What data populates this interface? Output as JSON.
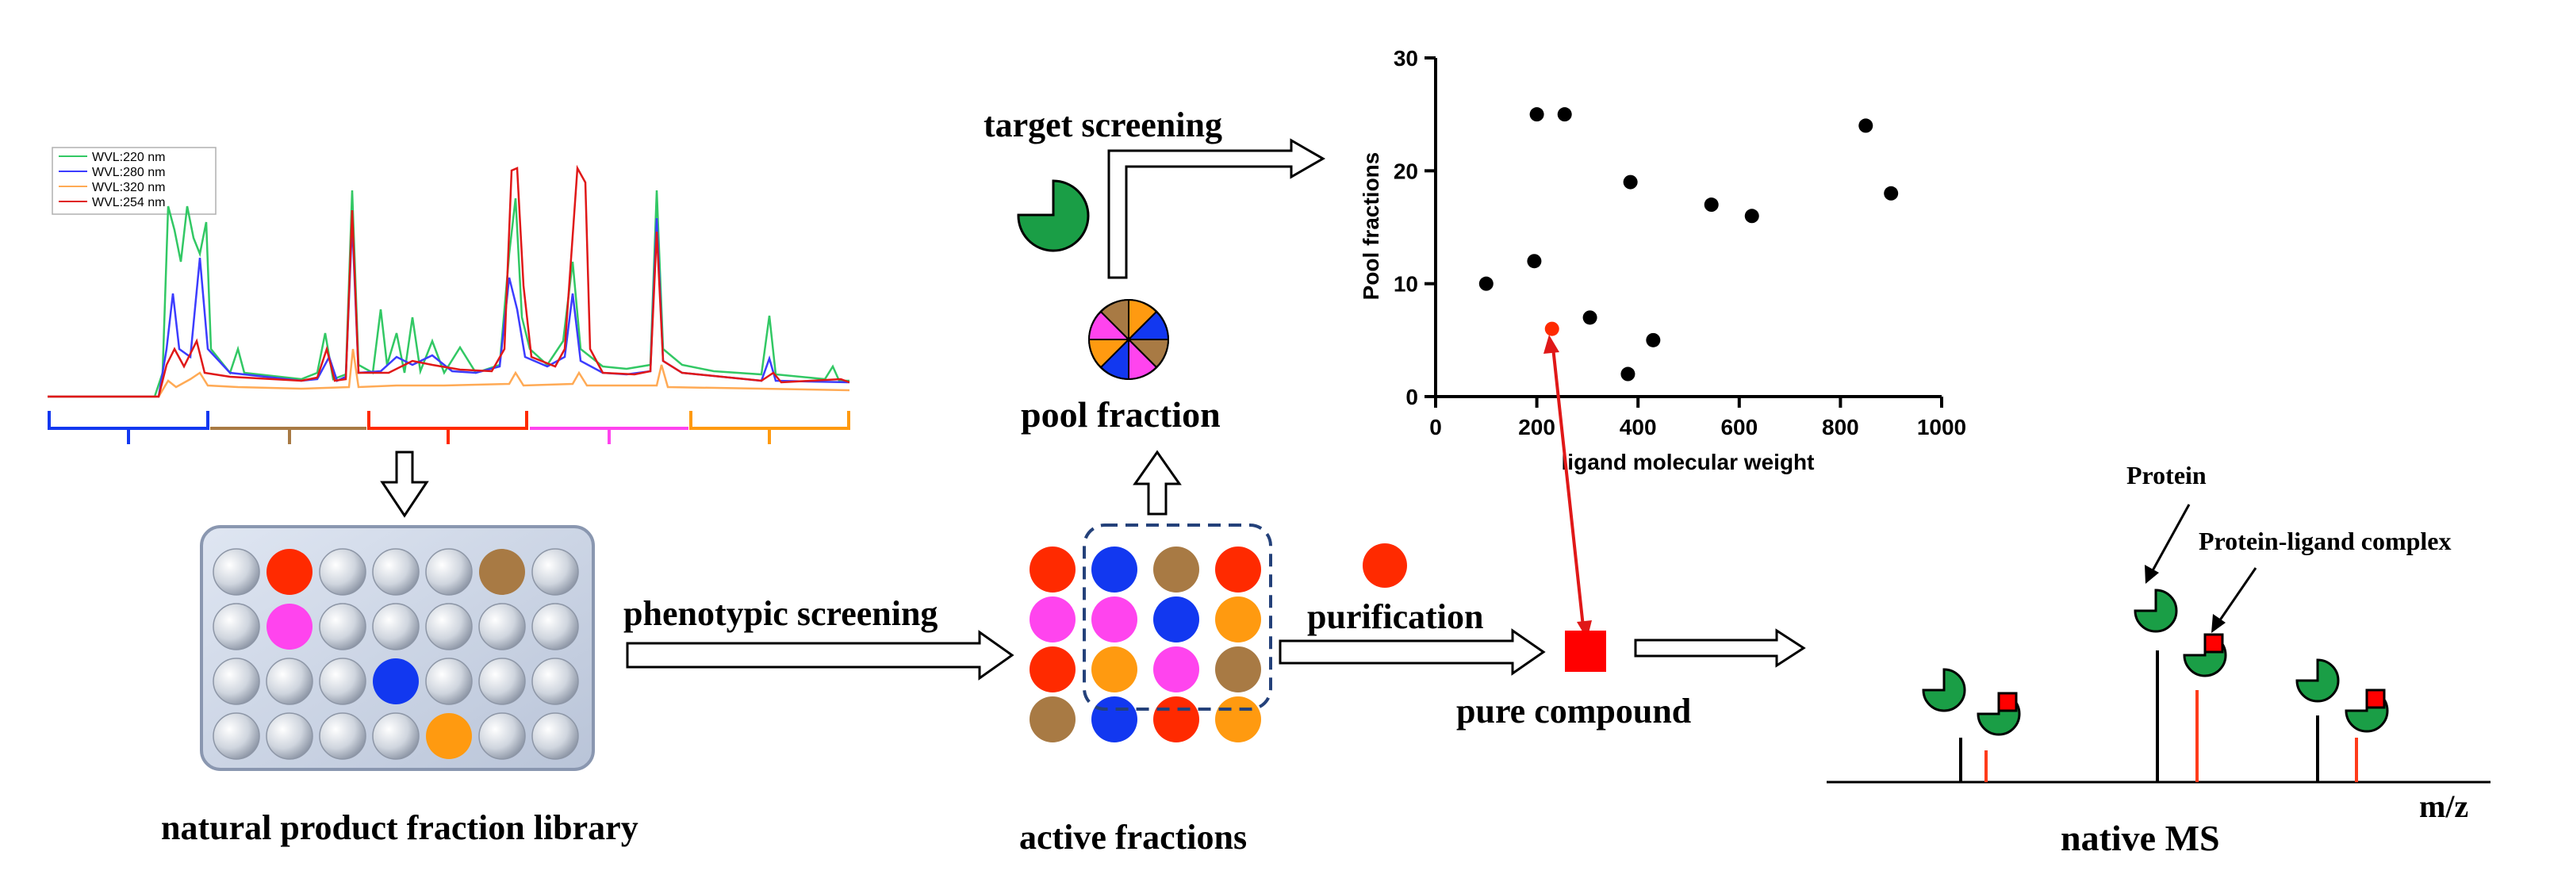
{
  "labels": {
    "library": "natural product fraction library",
    "phenotypic": "phenotypic screening",
    "active": "active fractions",
    "target": "target screening",
    "pool": "pool fraction",
    "purification": "purification",
    "pure": "pure compound",
    "native": "native MS",
    "protein": "Protein",
    "complex": "Protein-ligand complex",
    "mz": "m/z"
  },
  "chromatogram": {
    "legend": [
      "WVL:220 nm",
      "WVL:280 nm",
      "WVL:320 nm",
      "WVL:254 nm"
    ]
  },
  "colors": {
    "red": "#ff2a00",
    "blue": "#1238f0",
    "brown": "#a87a44",
    "magenta": "#ff44ee",
    "orange": "#ff9a10",
    "green": "#1a9e46",
    "gray": "#d8dde6"
  },
  "plate_library": [
    [
      "gray",
      "red",
      "gray",
      "gray",
      "gray",
      "brown",
      "gray"
    ],
    [
      "gray",
      "magenta",
      "gray",
      "gray",
      "gray",
      "gray",
      "gray"
    ],
    [
      "gray",
      "gray",
      "gray",
      "blue",
      "gray",
      "gray",
      "gray"
    ],
    [
      "gray",
      "gray",
      "gray",
      "gray",
      "orange",
      "gray",
      "gray"
    ]
  ],
  "active_grid": [
    [
      "red",
      "blue",
      "brown",
      "red"
    ],
    [
      "magenta",
      "magenta",
      "blue",
      "orange"
    ],
    [
      "red",
      "orange",
      "magenta",
      "brown"
    ],
    [
      "brown",
      "blue",
      "red",
      "orange"
    ]
  ],
  "chart_data": {
    "type": "scatter",
    "xlabel": "ligand molecular weight",
    "ylabel": "Pool fractions",
    "xlim": [
      0,
      1000
    ],
    "ylim": [
      0,
      30
    ],
    "xticks": [
      0,
      200,
      400,
      600,
      800,
      1000
    ],
    "yticks": [
      0,
      10,
      20,
      30
    ],
    "points": [
      {
        "x": 100,
        "y": 10
      },
      {
        "x": 200,
        "y": 25
      },
      {
        "x": 255,
        "y": 25
      },
      {
        "x": 195,
        "y": 12
      },
      {
        "x": 305,
        "y": 7
      },
      {
        "x": 385,
        "y": 19
      },
      {
        "x": 380,
        "y": 2
      },
      {
        "x": 430,
        "y": 5
      },
      {
        "x": 545,
        "y": 17
      },
      {
        "x": 625,
        "y": 16
      },
      {
        "x": 850,
        "y": 24
      },
      {
        "x": 900,
        "y": 18
      }
    ],
    "highlight": {
      "x": 230,
      "y": 6,
      "color": "#ff2a00"
    }
  }
}
